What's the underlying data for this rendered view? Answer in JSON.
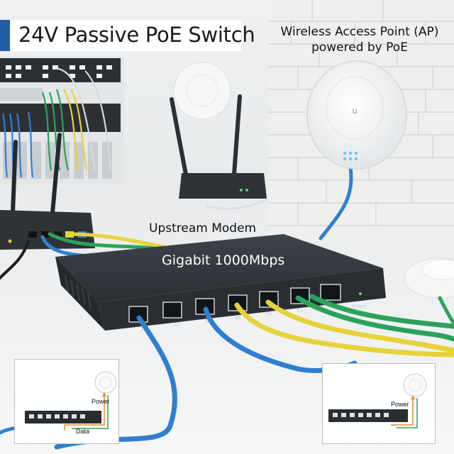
{
  "banner": {
    "title": "24V Passive PoE Switch"
  },
  "labels": {
    "ap_line1": "Wireless Access Point (AP)",
    "ap_line2": "powered by PoE",
    "modem": "Upstream Modem",
    "speed": "Gigabit 1000Mbps"
  },
  "switch": {
    "ports": [
      "1X",
      "2X",
      "3X",
      "4X",
      "5X",
      "6X",
      "7X",
      "8X"
    ],
    "power_label": "Power"
  },
  "inset_left": {
    "power": "Power",
    "data": "Data"
  },
  "inset_right": {
    "power": "Power"
  },
  "colors": {
    "banner_accent": "#1f5fa8",
    "cable_blue": "#2f7fd0",
    "cable_yellow": "#e8d23a",
    "cable_green": "#2aa35a",
    "switch_body": "#2f3338"
  }
}
